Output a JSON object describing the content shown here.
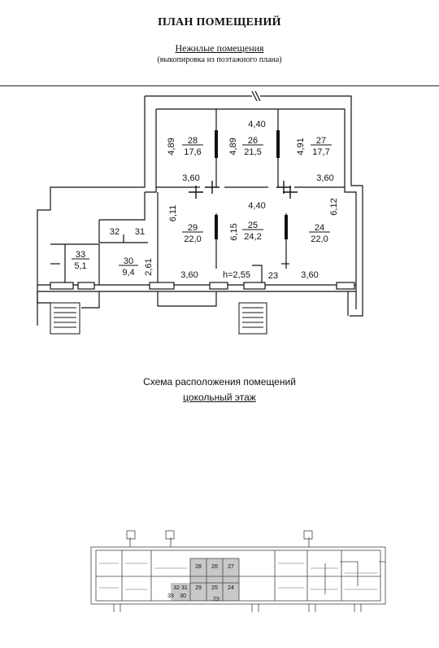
{
  "header": {
    "title": "ПЛАН ПОМЕЩЕНИЙ",
    "subtitle": "Нежилые помещения",
    "note": "(выкопировка из поэтажного плана)"
  },
  "plan": {
    "rooms": [
      {
        "id": "28",
        "area": "17,6"
      },
      {
        "id": "26",
        "area": "21,5"
      },
      {
        "id": "27",
        "area": "17,7"
      },
      {
        "id": "29",
        "area": "22,0"
      },
      {
        "id": "25",
        "area": "24,2"
      },
      {
        "id": "24",
        "area": "22,0"
      },
      {
        "id": "33",
        "area": "5,1"
      },
      {
        "id": "30",
        "area": "9,4"
      }
    ],
    "small_labels": {
      "r32": "32",
      "r31": "31",
      "r23": "23"
    },
    "dimensions": {
      "top_width": "4,40",
      "mid_width": "4,40",
      "d28": "4,89",
      "d26": "4,89",
      "d27": "4,91",
      "left_360": "3,60",
      "right_360": "3,60",
      "d29": "6,11",
      "d25": "6,15",
      "d24": "6,12",
      "d30": "2,61",
      "bottom_left_360": "3,60",
      "bottom_right_360": "3,60",
      "height": "h=2,55"
    }
  },
  "scheme": {
    "caption": "Схема расположения помещений",
    "floor": "цокольный этаж",
    "labels": {
      "r28": "28",
      "r26": "26",
      "r27": "27",
      "r29": "29",
      "r25": "25",
      "r24": "24",
      "r3231": "32 31",
      "r33": "33",
      "r30": "30",
      "r23": "23"
    }
  },
  "colors": {
    "line": "#111111",
    "highlight": "#c8c8c8",
    "faint": "#9a9a9a"
  }
}
